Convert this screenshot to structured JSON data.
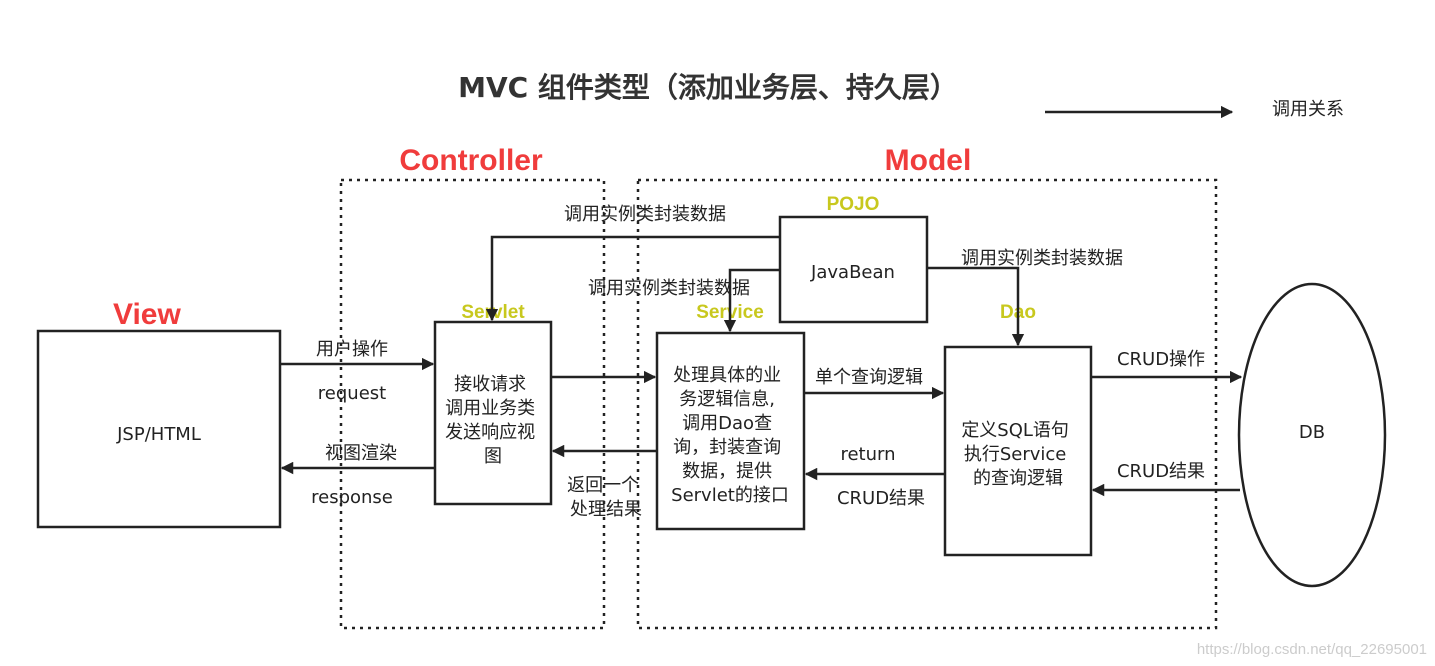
{
  "title": "MVC 组件类型（添加业务层、持久层）",
  "legend": {
    "label": "调用关系"
  },
  "groups": {
    "view": "View",
    "controller": "Controller",
    "model": "Model"
  },
  "nodes": {
    "jsp": {
      "label": "JSP/HTML"
    },
    "servlet": {
      "tag": "Servlet",
      "lines": [
        "接收请求",
        "调用业务类",
        "发送响应视",
        "图"
      ]
    },
    "javabean": {
      "tag": "POJO",
      "label": "JavaBean"
    },
    "service": {
      "tag": "Service",
      "lines": [
        "处理具体的业",
        "务逻辑信息,",
        "调用Dao查",
        "询，封装查询",
        "数据，提供",
        "Servlet的接口"
      ]
    },
    "dao": {
      "tag": "Dao",
      "lines": [
        "定义SQL语句",
        "执行Service",
        "的查询逻辑"
      ]
    },
    "db": {
      "label": "DB"
    }
  },
  "edges": {
    "user_op": "用户操作",
    "request": "request",
    "render": "视图渲染",
    "response": "response",
    "return_result": [
      "返回一个",
      "处理结果"
    ],
    "single_query": "单个查询逻辑",
    "return": "return",
    "crud_result_left": "CRUD结果",
    "crud_op": "CRUD操作",
    "crud_result_right": "CRUD结果",
    "bean_to_servlet": "调用实例类封装数据",
    "bean_to_service": "调用实例类封装数据",
    "bean_to_dao": "调用实例类封装数据"
  },
  "watermark": "https://blog.csdn.net/qq_22695001"
}
